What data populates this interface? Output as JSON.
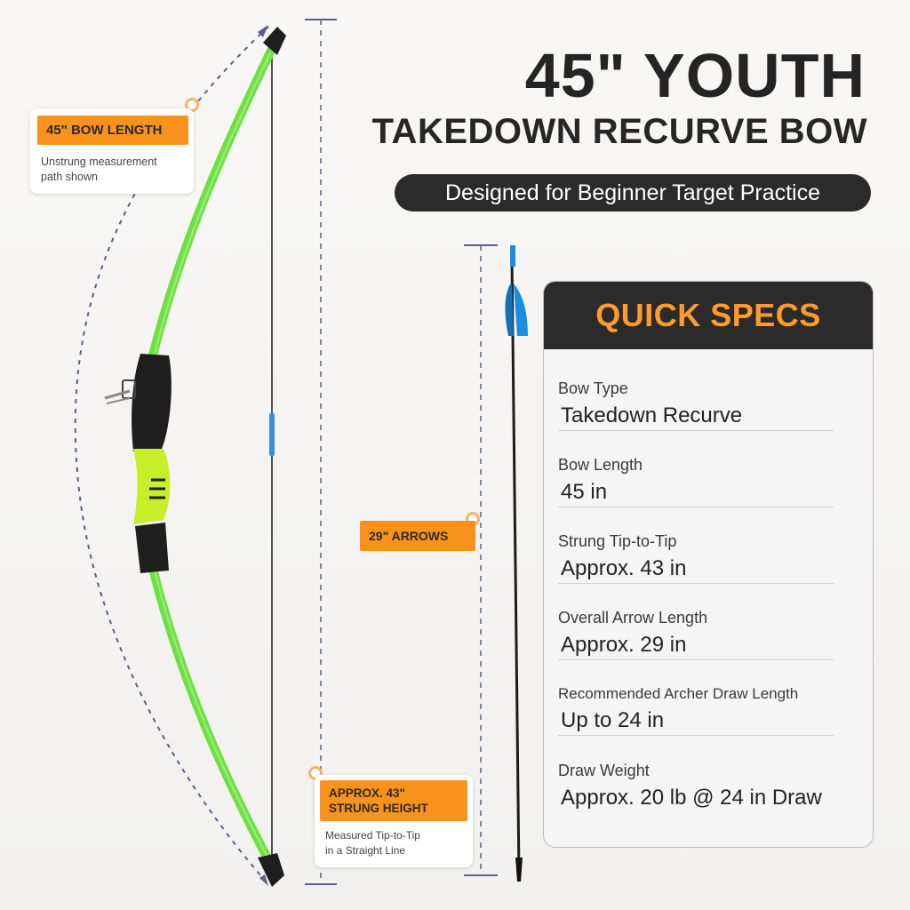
{
  "header": {
    "title_line1": "45\" YOUTH",
    "title_line2": "TAKEDOWN RECURVE BOW",
    "subtitle": "Designed for Beginner Target Practice"
  },
  "callouts": {
    "bow_length": {
      "tag": "45\" BOW LENGTH",
      "note_line1": "Unstrung measurement",
      "note_line2": "path shown"
    },
    "arrows": {
      "tag": "29\" ARROWS"
    },
    "strung_height": {
      "tag_line1": "APPROX. 43\"",
      "tag_line2": "STRUNG HEIGHT",
      "note_line1": "Measured Tip-to-Tip",
      "note_line2": "in a Straight Line"
    }
  },
  "quick_specs": {
    "title": "QUICK SPECS",
    "items": [
      {
        "label": "Bow Type",
        "value": "Takedown Recurve"
      },
      {
        "label": "Bow Length",
        "value": "45 in"
      },
      {
        "label": "Strung Tip-to-Tip",
        "value": "Approx. 43 in"
      },
      {
        "label": "Overall Arrow Length",
        "value": "Approx. 29 in"
      },
      {
        "label": "Recommended Archer Draw Length",
        "value": "Up to 24 in"
      },
      {
        "label": "Draw Weight",
        "value": "Approx. 20 lb @ 24 in Draw"
      }
    ]
  },
  "colors": {
    "limb_green": "#5fd63a",
    "riser_black": "#1e1e1e",
    "grip_yellow": "#c8ee2a",
    "accent_orange": "#f9921c",
    "dark": "#2b2b2b",
    "fletching_blue": "#1a8fe0",
    "dimension_line": "#5c5e8c"
  },
  "icons": [
    "bow-illustration",
    "arrow-illustration",
    "sight-pin-icon"
  ]
}
